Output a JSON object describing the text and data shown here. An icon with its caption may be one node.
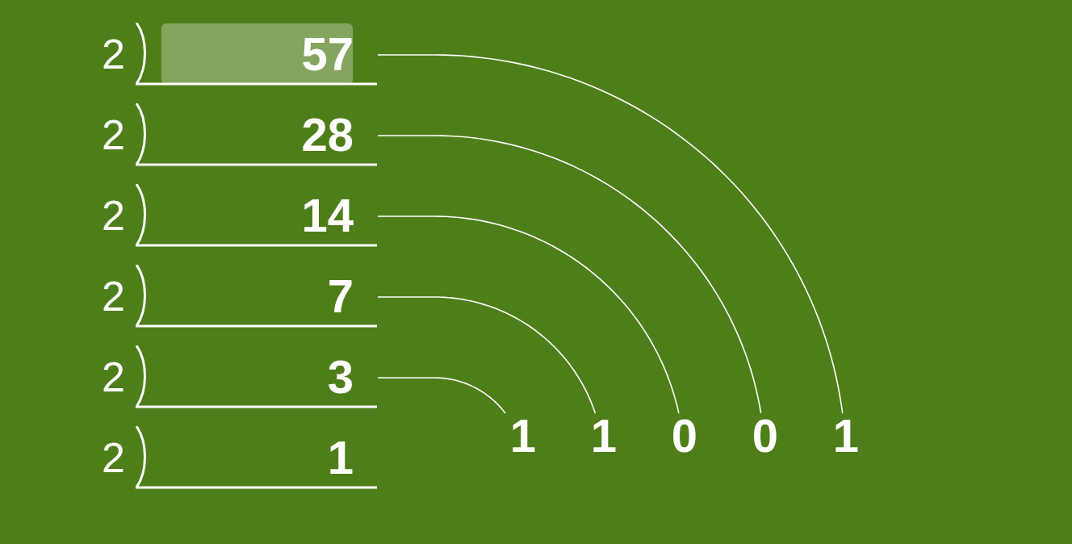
{
  "diagram": {
    "nodes": [
      {
        "text": [
          "57"
        ],
        "beside": [
          "2"
        ]
      },
      {
        "text": [
          "28"
        ],
        "beside": [
          "2"
        ]
      },
      {
        "text": [
          "14"
        ],
        "beside": [
          "2"
        ]
      },
      {
        "text": [
          "7"
        ],
        "beside": [
          "2"
        ]
      },
      {
        "text": [
          "3"
        ],
        "beside": [
          "2"
        ]
      },
      {
        "text": [
          "1"
        ],
        "beside": [
          "2"
        ]
      },
      {
        "text": [
          "1"
        ]
      },
      {
        "text": [
          "1"
        ]
      },
      {
        "text": [
          "0"
        ]
      },
      {
        "text": [
          "0"
        ]
      },
      {
        "text": [
          "1"
        ]
      }
    ],
    "edges": [
      {
        "from": 4,
        "to": 6,
        "arrow": "none"
      },
      {
        "from": 3,
        "to": 7,
        "arrow": "none"
      },
      {
        "from": 2,
        "to": 8,
        "arrow": "none"
      },
      {
        "from": 1,
        "to": 9,
        "arrow": "none"
      },
      {
        "from": 0,
        "to": 10,
        "arrow": "none"
      }
    ]
  }
}
